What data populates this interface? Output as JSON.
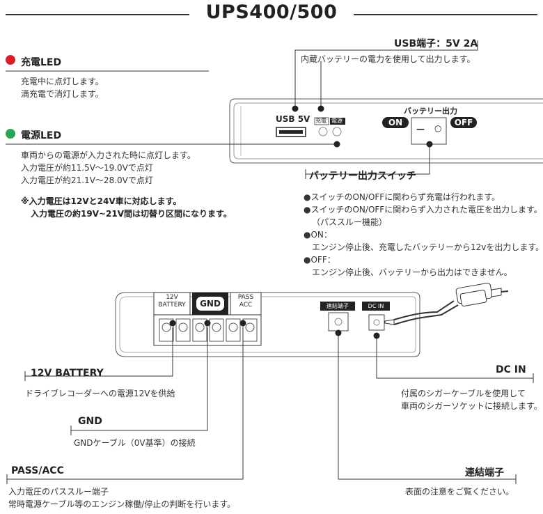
{
  "title": "UPS400/500",
  "usb": {
    "heading": "USB端子：5V 2A",
    "desc": "内蔵バッテリーの電力を使用して出力します。"
  },
  "charge_led": {
    "heading": "充電LED",
    "color": "#d9202a",
    "lines": [
      "充電中に点灯します。",
      "満充電で消灯します。"
    ]
  },
  "power_led": {
    "heading": "電源LED",
    "color": "#2aa552",
    "lines": [
      "車両からの電源が入力された時に点灯します。",
      "入力電圧が約11.5V～19.0Vで点灯",
      "入力電圧が約21.1V～28.0Vで点灯"
    ]
  },
  "note": {
    "lines": [
      "※入力電圧は12Vと24V車に対応します。",
      "入力電圧の約19V~21V間は切替り区間になります。"
    ]
  },
  "device_top": {
    "usb_label": "USB 5V",
    "charge_tag": "充電",
    "power_tag": "電源",
    "battery_out_label": "バッテリー出力",
    "on_label": "ON",
    "off_label": "OFF",
    "switch_on_mark": "—",
    "switch_off_mark": "○"
  },
  "battery_switch": {
    "heading": "バッテリー出力スイッチ",
    "items": [
      {
        "bullet": "●",
        "text": "スイッチのON/OFFに関わらず充電は行われます。"
      },
      {
        "bullet": "●",
        "text": "スイッチのON/OFFに関わらず入力された電圧を出力します。"
      },
      {
        "bullet": "",
        "text": "（パススルー機能）"
      },
      {
        "bullet": "●",
        "text": "ON："
      },
      {
        "bullet": "",
        "text": "エンジン停止後、充電したバッテリーから12vを出力します。"
      },
      {
        "bullet": "●",
        "text": "OFF："
      },
      {
        "bullet": "",
        "text": "エンジン停止後、バッテリーから出力はできません。"
      }
    ]
  },
  "device_bottom": {
    "battery_tag_line1": "12V",
    "battery_tag_line2": "BATTERY",
    "gnd_tag": "GND",
    "pass_tag_line1": "PASS",
    "pass_tag_line2": "ACC",
    "link_tag": "連結端子",
    "dcin_tag": "DC IN"
  },
  "battery12v": {
    "heading": "12V BATTERY",
    "desc": "ドライブレコーダーへの電源12Vを供給"
  },
  "gnd": {
    "heading": "GND",
    "desc": "GNDケーブル（0V基準）の接続"
  },
  "pass_acc": {
    "heading": "PASS/ACC",
    "lines": [
      "入力電圧のパススルー端子",
      "常時電源ケーブル等のエンジン稼働/停止の判断を行います。"
    ]
  },
  "dc_in": {
    "heading": "DC IN",
    "lines": [
      "付属のシガーケーブルを使用して",
      "車両のシガーソケットに接続します。"
    ]
  },
  "link": {
    "heading": "連結端子",
    "desc": "表面の注意をご覧ください。"
  }
}
